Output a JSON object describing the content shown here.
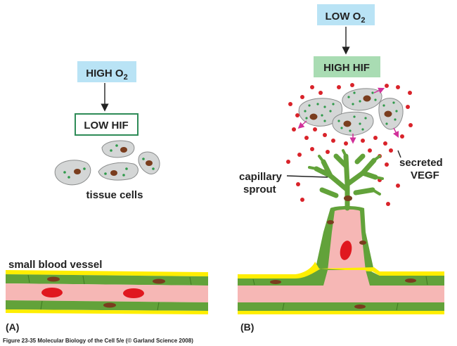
{
  "panel_a": {
    "label": "(A)",
    "oxygen_box": {
      "prefix": "HIGH O",
      "subscript": "2"
    },
    "hif_box": "LOW HIF",
    "cells_label": "tissue cells",
    "vessel_label": "small blood vessel"
  },
  "panel_b": {
    "label": "(B)",
    "oxygen_box": {
      "prefix": "LOW O",
      "subscript": "2"
    },
    "hif_box": "HIGH HIF",
    "sprout_label": [
      "capillary",
      "sprout"
    ],
    "vegf_label": [
      "secreted",
      "VEGF"
    ]
  },
  "caption": "Figure 23-35  Molecular Biology of the Cell 5/e (© Garland Science 2008)",
  "colors": {
    "oxygen_box": "#b9e3f5",
    "low_hif_border": "#2e8b57",
    "high_hif_box": "#a9dcb3",
    "cell_fill": "#d4d6d6",
    "cell_dot": "#2e9a4a",
    "nucleus": "#7a3d1e",
    "vegf": "#d9232a",
    "vessel_lumen": "#f6b7b5",
    "endothelium": "#62a23a",
    "basement": "#ffee00",
    "arrow_secretion": "#d1309a"
  }
}
